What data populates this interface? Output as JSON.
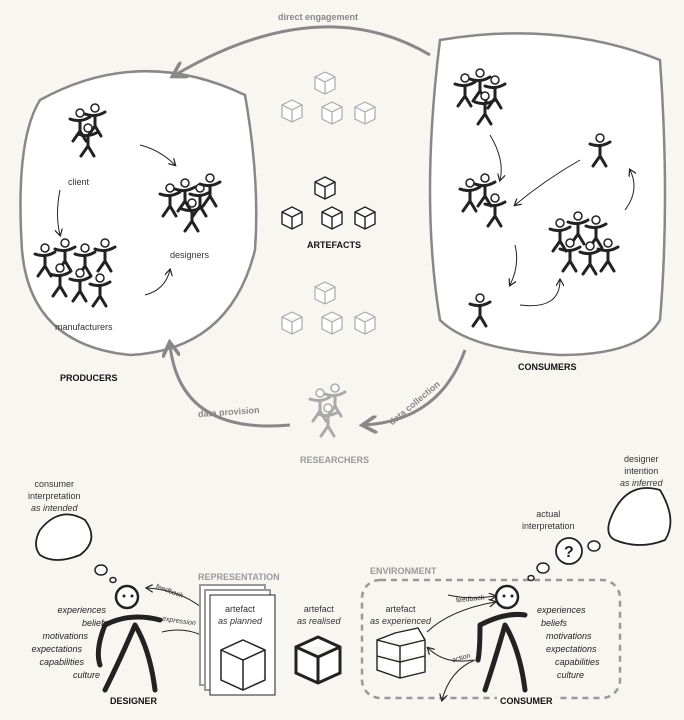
{
  "top": {
    "direct_engagement": "direct engagement",
    "data_provision": "data provision",
    "data_collection": "data collection",
    "producers": {
      "title": "PRODUCERS",
      "client": "client",
      "designers": "designers",
      "manufacturers": "manufacturers"
    },
    "artefacts": "ARTEFACTS",
    "consumers": "CONSUMERS",
    "researchers": "RESEARCHERS"
  },
  "bottom": {
    "designer_thought": {
      "line1": "consumer",
      "line2": "interpretation",
      "line3": "as intended"
    },
    "consumer_thought": {
      "line1": "designer",
      "line2": "intention",
      "line3": "as inferred"
    },
    "actual": {
      "line1": "actual",
      "line2": "interpretation"
    },
    "representation": "REPRESENTATION",
    "planned": {
      "line1": "artefact",
      "line2": "as planned"
    },
    "realised": {
      "line1": "artefact",
      "line2": "as realised"
    },
    "environment": "ENVIRONMENT",
    "experienced": {
      "line1": "artefact",
      "line2": "as experienced"
    },
    "feedback": "feedback",
    "expression": "expression",
    "action": "action",
    "traits": [
      "experiences",
      "beliefs",
      "motivations",
      "expectations",
      "capabilities",
      "culture"
    ],
    "designer": "DESIGNER",
    "consumer": "CONSUMER"
  }
}
